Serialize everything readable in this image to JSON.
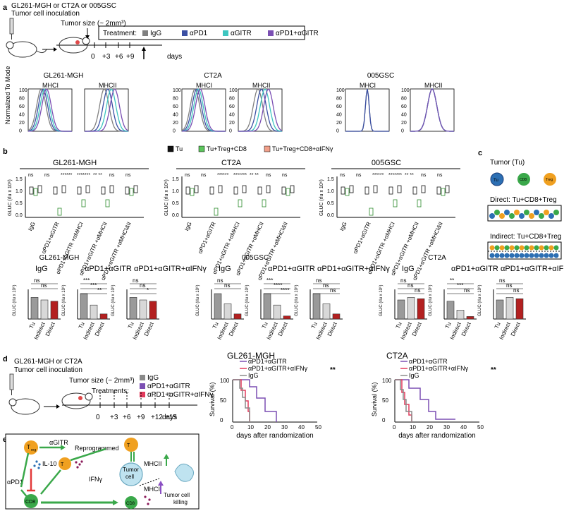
{
  "panel_a": {
    "label": "a",
    "heading1": "GL261-MGH or CT2A or 005GSC",
    "heading2": "Tumor cell inoculation",
    "tumor_size": "Tumor size (~ 2mm³)",
    "treatment_label": "Treatment:",
    "legend": [
      {
        "label": "IgG",
        "color": "#808080"
      },
      {
        "label": "αPD1",
        "color": "#3a4fa3"
      },
      {
        "label": "αGITR",
        "color": "#3ec6c0"
      },
      {
        "label": "αPD1+αGITR",
        "color": "#7b4fb3"
      }
    ],
    "timeline_ticks": [
      "0",
      "+3",
      "+6",
      "+9"
    ],
    "timeline_unit": "days",
    "y_axis": "Normalized To Mode",
    "groups": [
      {
        "title": "GL261-MGH",
        "sub": [
          "MHCI",
          "MHCII"
        ]
      },
      {
        "title": "CT2A",
        "sub": [
          "MHCI",
          "MHCII"
        ]
      },
      {
        "title": "005GSC",
        "sub": [
          "MHCI",
          "MHCII"
        ]
      }
    ],
    "yticks": [
      "100",
      "80",
      "60",
      "40",
      "20",
      "0"
    ]
  },
  "panel_b": {
    "label": "b",
    "legend": [
      {
        "label": "Tu",
        "color": "#111111"
      },
      {
        "label": "Tu+Treg+CD8",
        "color": "#5cc65c"
      },
      {
        "label": "Tu+Treg+CD8+αIFNγ",
        "color": "#f2a08a"
      }
    ],
    "titles": [
      "GL261-MGH",
      "CT2A",
      "005GSC"
    ],
    "y_axis": "GLUC (rlu x 10⁶)",
    "xcats": [
      "IgG",
      "αPD1+αGITR",
      "αPD1+αGITR +αMHCI",
      "αPD1+αGITR +αMHCII",
      "αPD1+αGITR +αMHCI&II"
    ],
    "sig": [
      "ns",
      "ns",
      "******",
      "*******",
      "** **",
      "ns",
      "ns"
    ],
    "yticks": [
      "1.5",
      "1.0",
      "0.5",
      "0.0"
    ],
    "bar_titles": [
      "IgG",
      "αPD1+αGITR",
      "αPD1+αGITR+αIFNγ"
    ],
    "bar_x": [
      "Tu",
      "Indirect",
      "Direct"
    ],
    "bar_sig_a": [
      "ns",
      "ns"
    ],
    "bar_sig_b": [
      "***",
      "***",
      "**"
    ],
    "bar_sig_c": [
      "ns",
      "ns",
      "*"
    ],
    "bar_sig_d": [
      "ns",
      "ns",
      "ns"
    ],
    "bar_sig_e": [
      "***",
      "****",
      "****"
    ],
    "bar_sig_f": [
      "**",
      "***",
      "ns"
    ]
  },
  "panel_c": {
    "label": "c",
    "tumor": "Tumor (Tu)",
    "cd8": "CD8",
    "treg": "Treg",
    "tu_short": "Tu",
    "direct": "Direct: Tu+CD8+Treg",
    "indirect": "Indirect: Tu+CD8+Treg"
  },
  "panel_d": {
    "label": "d",
    "heading1": "GL261-MGH or CT2A",
    "heading2": "Tumor cell inoculation",
    "tumor_size": "Tumor size (~ 2mm³)",
    "treatments": "Treatments:",
    "legend": [
      {
        "label": "IgG",
        "color": "#8a8a8a"
      },
      {
        "label": "αPD1+αGITR",
        "color": "#7b4fb3"
      },
      {
        "label": "αPD1+αGITR+αIFNγ",
        "color": "#e23a5c"
      }
    ],
    "timeline_ticks": [
      "0",
      "+3",
      "+6",
      "+9",
      "+12",
      "+15"
    ],
    "timeline_unit": "days",
    "km_titles": [
      "GL261-MGH",
      "CT2A"
    ],
    "km_xlabel": "days after randomization",
    "km_ylabel": "Survival (%)",
    "km_sig": "**",
    "km_xticks": [
      "0",
      "10",
      "20",
      "30",
      "40",
      "50"
    ],
    "km_yticks": [
      "100",
      "50",
      "0"
    ]
  },
  "panel_e": {
    "label": "e",
    "apd1": "αPD1",
    "agitr": "αGITR",
    "reprogrammed": "Reprogrammed",
    "il10": "IL-10",
    "ifng": "IFNγ",
    "mhcii": "MHCII",
    "mhci": "MHCI",
    "tumor_cell": "Tumor cell",
    "killing": "Tumor cell killing",
    "treg": "T",
    "treg_sub": "reg",
    "cd8": "CD8"
  }
}
